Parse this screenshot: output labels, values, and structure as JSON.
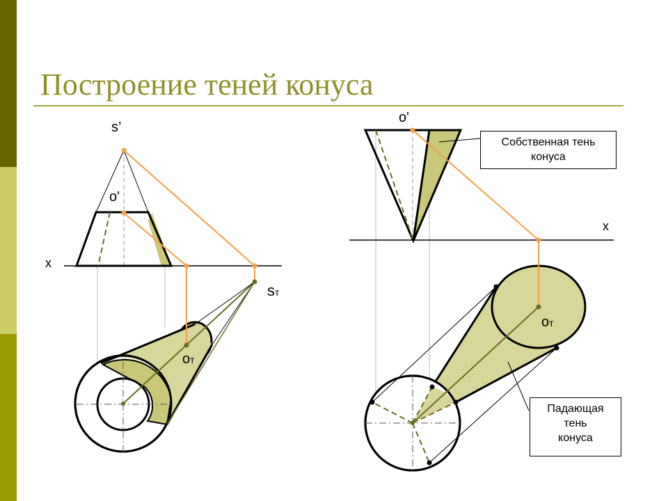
{
  "title": "Построение теней конуса",
  "labels": {
    "s_prime": "s’",
    "o_prime_left": "o'",
    "x_left": "x",
    "s_t": "s",
    "s_t_sub": "т",
    "o_t_left": "o",
    "o_t_left_sub": "т",
    "o_prime_right": "o'",
    "x_right": "x",
    "o_t_right": "o",
    "o_t_right_sub": "т"
  },
  "callouts": {
    "own_shadow_line1": "Собственная тень",
    "own_shadow_line2": "конуса",
    "cast_shadow_line1": "Падающая",
    "cast_shadow_line2": "тень",
    "cast_shadow_line3": "конуса"
  },
  "colors": {
    "sidebar_dark": "#666600",
    "sidebar_light": "#cccc66",
    "sidebar_mid": "#999900",
    "title": "#8f8f2a",
    "shadow_fill": "#d7d79b",
    "own_shadow_fill": "#c8c878",
    "shadow_line": "#6b6b24",
    "construction_line": "#f5a04a"
  }
}
